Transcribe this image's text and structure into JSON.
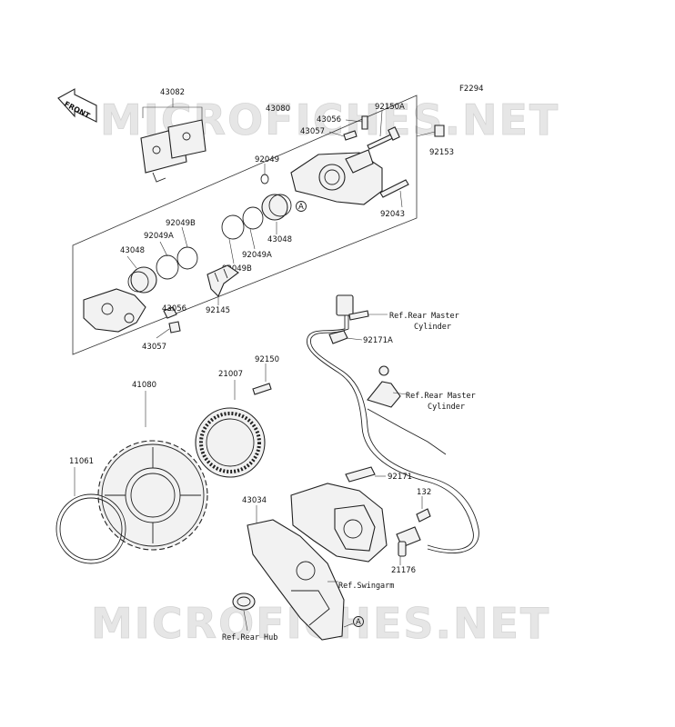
{
  "figure_code": "F2294",
  "watermark": "MICROFICHES.NET",
  "front_label": "FRONT",
  "colors": {
    "line": "#222222",
    "watermark": "#d4d4d4",
    "background": "#ffffff"
  },
  "labels": {
    "p43082": "43082",
    "p43080": "43080",
    "p43056_top": "43056",
    "p43057_top": "43057",
    "p92150A": "92150A",
    "p92153": "92153",
    "p92049": "92049",
    "p92043": "92043",
    "p43048_right": "43048",
    "p92049B_left": "92049B",
    "p92049A_left": "92049A",
    "p43048_left": "43048",
    "p92049A_right": "92049A",
    "p92049B_right": "92049B",
    "p92145": "92145",
    "p43056_bottom": "43056",
    "p43057_bottom": "43057",
    "p92150": "92150",
    "p21007": "21007",
    "p41080": "41080",
    "p11061": "11061",
    "p92171A": "92171A",
    "p92171": "92171",
    "p132": "132",
    "p43034": "43034",
    "p21176": "21176"
  },
  "references": {
    "rear_master_1_line1": "Ref.Rear Master",
    "rear_master_1_line2": "Cylinder",
    "rear_master_2_line1": "Ref.Rear Master",
    "rear_master_2_line2": "Cylinder",
    "swingarm": "Ref.Swingarm",
    "rear_hub": "Ref.Rear Hub"
  },
  "markers": {
    "a_top": "A",
    "a_bottom": "A"
  }
}
